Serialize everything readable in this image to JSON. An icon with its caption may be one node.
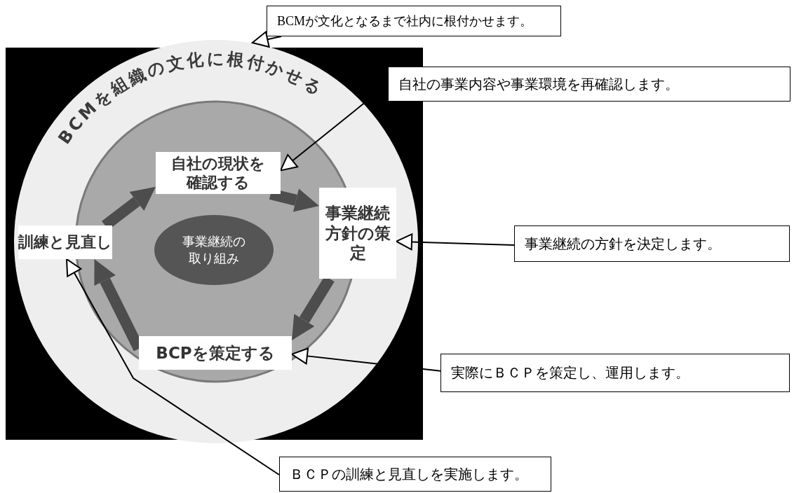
{
  "diagram": {
    "nodes": [
      {
        "text": [
          "BCMが文化となるまで社内に根付かせます。"
        ]
      },
      {
        "text": [
          "BCMを組織の文化に根付かせる"
        ]
      },
      {
        "text": [
          "自社の現状を確認する"
        ],
        "in": 1
      },
      {
        "text": [
          "自社の事業内容や事業環境を再確認します。"
        ]
      },
      {
        "text": [
          "訓練と見直し"
        ],
        "in": 1
      },
      {
        "text": [
          "事業継続の取り組み"
        ],
        "in": 1
      },
      {
        "text": [
          "事業継続方針の策定"
        ],
        "in": 1
      },
      {
        "text": [
          "事業継続の方針を決定します。"
        ]
      },
      {
        "text": [
          "BCPを策定する"
        ],
        "in": 1
      },
      {
        "text": [
          "実際にＢＣＰを策定し、運用します。"
        ]
      },
      {
        "text": [
          "ＢＣＰの訓練と見直しを実施します。"
        ]
      }
    ],
    "edges": [
      {
        "from": 4,
        "to": 2,
        "arrow": "to",
        "style": "thick",
        "color": "#4d4d4d"
      },
      {
        "from": 2,
        "to": 6,
        "arrow": "to",
        "style": "thick",
        "color": "#4d4d4d"
      },
      {
        "from": 6,
        "to": 8,
        "arrow": "to",
        "style": "thick",
        "color": "#4d4d4d"
      },
      {
        "from": 8,
        "to": 4,
        "arrow": "to",
        "style": "thick",
        "color": "#4d4d4d"
      },
      {
        "from": 0,
        "to": 1,
        "arrow": "to"
      },
      {
        "from": 3,
        "to": 2,
        "arrow": "to"
      },
      {
        "from": 7,
        "to": 6,
        "arrow": "to"
      },
      {
        "from": 9,
        "to": 8,
        "arrow": "to"
      },
      {
        "from": 10,
        "to": 4,
        "arrow": "to"
      }
    ]
  }
}
